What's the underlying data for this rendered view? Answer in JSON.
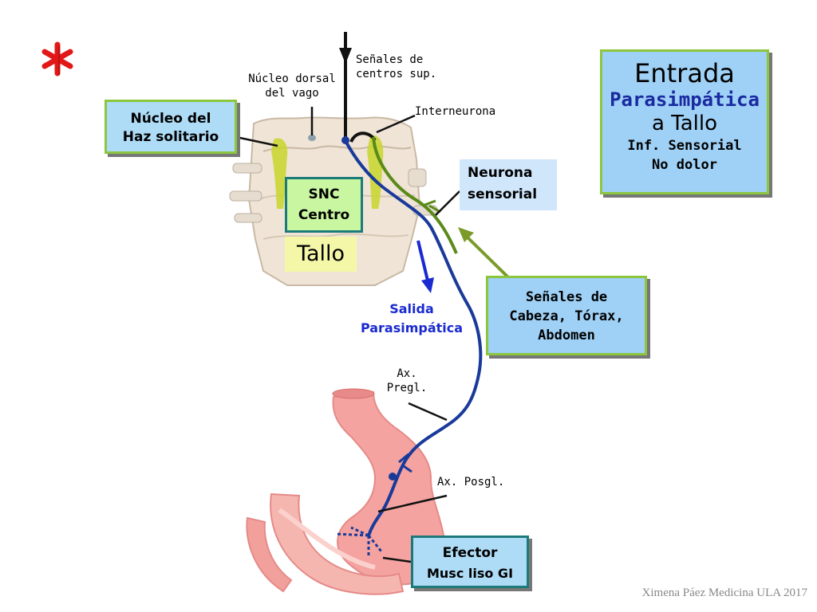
{
  "colors": {
    "pathway_blue": "#1a3a9a",
    "sensory_green": "#5a8a1a",
    "box_blue": "#9fd0f5",
    "box_border_green": "#8cc63f",
    "star_red": "#e21818"
  },
  "icons": [
    "asterisk-star-icon",
    "brainstem-illustration",
    "stomach-illustration"
  ],
  "labels": {
    "nucleo_dorsal": [
      "Núcleo dorsal",
      "del vago"
    ],
    "senales_centros": [
      "Señales de",
      "centros sup."
    ],
    "interneurona": "Interneurona",
    "ax_pregl": [
      "Ax.",
      "Pregl."
    ],
    "ax_posgl": "Ax. Posgl."
  },
  "boxes": {
    "entrada": {
      "title": "Entrada",
      "subtitle": "Parasimpática",
      "line3": "a Tallo",
      "line4": "Inf. Sensorial",
      "line5": "No dolor"
    },
    "nucleo_haz": [
      "Núcleo del",
      "Haz solitario"
    ],
    "neurona_sensorial": [
      "Neurona",
      "sensorial"
    ],
    "snc": [
      "SNC",
      "Centro"
    ],
    "tallo": "Tallo",
    "senales_cuerpo": [
      "Señales de",
      "Cabeza, Tórax,",
      "Abdomen"
    ],
    "efector": [
      "Efector",
      "Musc liso GI"
    ]
  },
  "salida": [
    "Salida",
    "Parasimpática"
  ],
  "credit": "Ximena Páez Medicina ULA 2017"
}
